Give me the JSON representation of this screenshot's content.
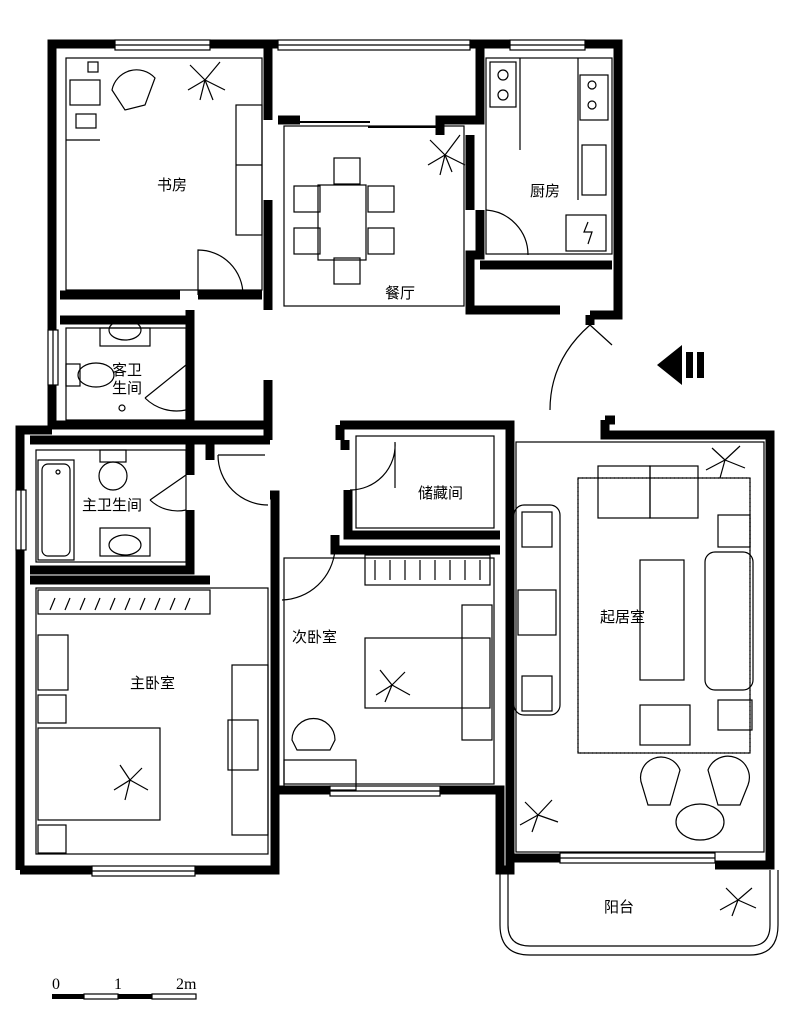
{
  "rooms": {
    "study": "书房",
    "dining": "餐厅",
    "kitchen": "厨房",
    "guest_bath": "客卫\n生间",
    "master_bath": "主卫生间",
    "storage": "储藏间",
    "living": "起居室",
    "second_bedroom": "次卧室",
    "master_bedroom": "主卧室",
    "balcony": "阳台"
  },
  "scale_bar": {
    "labels": [
      "0",
      "1",
      "2m"
    ]
  },
  "entrance": {
    "icon": "entrance-arrow-icon"
  },
  "colors": {
    "line": "#000000",
    "background": "#ffffff"
  }
}
